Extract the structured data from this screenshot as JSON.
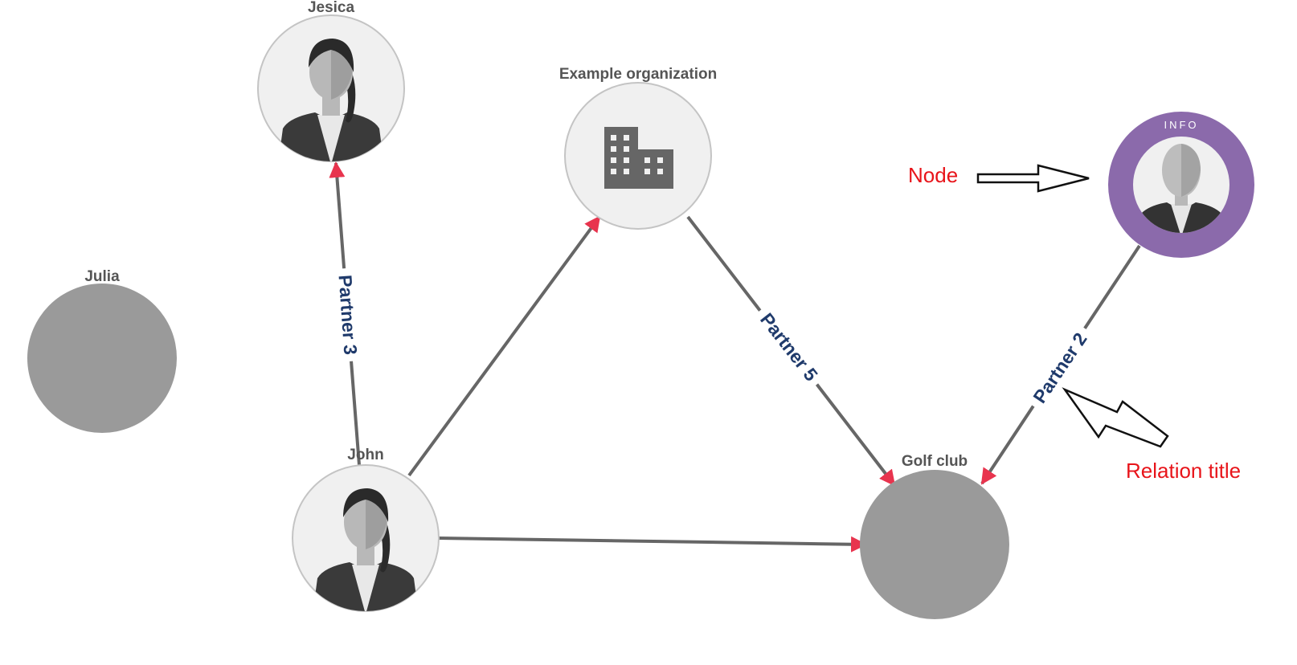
{
  "nodes": {
    "jesica": {
      "label": "Jesica",
      "icon": "woman-avatar-icon"
    },
    "example_org": {
      "label": "Example organization",
      "icon": "building-icon"
    },
    "julia": {
      "label": "Julia"
    },
    "john": {
      "label": "John",
      "icon": "woman-avatar-icon"
    },
    "golf_club": {
      "label": "Golf club"
    },
    "info_node": {
      "badge": "INFO",
      "icon": "person-avatar-icon"
    }
  },
  "edges": {
    "john_jesica": {
      "label": "Partner 3"
    },
    "org_golf": {
      "label": "Partner 5"
    },
    "info_golf": {
      "label": "Partner 2"
    },
    "john_org": {
      "label": ""
    },
    "john_golf": {
      "label": ""
    }
  },
  "annotations": {
    "node": "Node",
    "relation_title": "Relation title"
  },
  "colors": {
    "edge": "#666666",
    "arrowhead": "#e8344e",
    "node_fill": "#f0f0f0",
    "node_stroke": "#c4c4c4",
    "empty_node": "#9a9a9a",
    "info_ring": "#8b6aab",
    "edge_label": "#1f3a6b",
    "annotation": "#e8141a"
  }
}
